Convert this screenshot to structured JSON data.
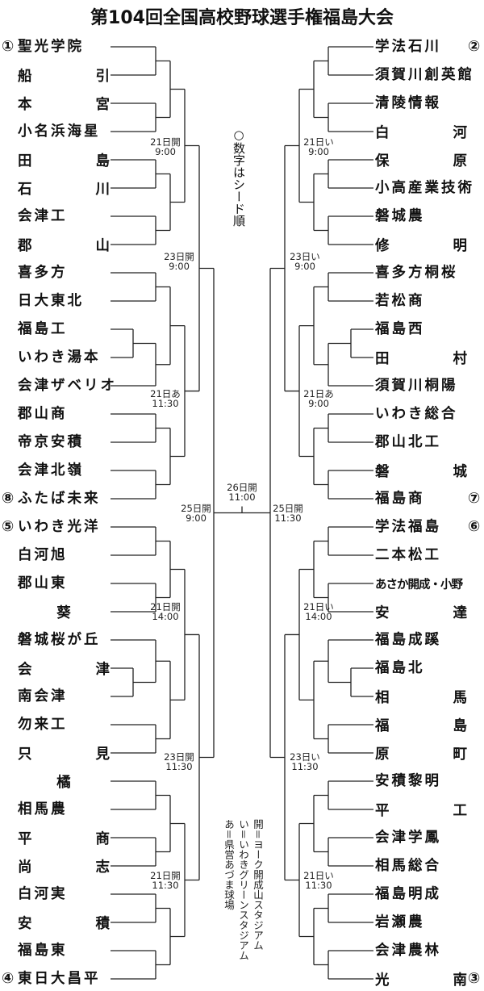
{
  "title": "第104回全国高校野球選手権福島大会",
  "seed_note": "○数字はシード順",
  "legend": [
    "開＝ヨーク開成山スタジアム",
    "い＝いわきグリーンスタジアム",
    "あ＝県営あづま球場"
  ],
  "left_teams": [
    "聖光学院",
    "船引",
    "本宮",
    "小名浜海星",
    "田島",
    "石川",
    "会津工",
    "郡山",
    "喜多方",
    "日大東北",
    "福島工",
    "いわき湯本",
    "会津ザベリオ",
    "郡山商",
    "帝京安積",
    "会津北嶺",
    "ふたば未来",
    "いわき光洋",
    "白河旭",
    "郡山東",
    "葵",
    "磐城桜が丘",
    "会津",
    "南会津",
    "勿来工",
    "只見",
    "橘",
    "相馬農",
    "平商",
    "尚志",
    "白河実",
    "安積",
    "福島東",
    "東日大昌平"
  ],
  "right_teams": [
    "学法石川",
    "須賀川創英館",
    "清陵情報",
    "白河",
    "保原",
    "小高産業技術",
    "磐城農",
    "修明",
    "喜多方桐桜",
    "若松商",
    "福島西",
    "田村",
    "須賀川桐陽",
    "いわき総合",
    "郡山北工",
    "磐城",
    "福島商",
    "学法福島",
    "二本松工",
    "あさか開成・小野",
    "安達",
    "福島成蹊",
    "福島北",
    "相馬",
    "福島",
    "原町",
    "安積黎明",
    "平工",
    "会津学鳳",
    "相馬総合",
    "福島明成",
    "岩瀬農",
    "会津農林",
    "光南"
  ],
  "seeds": {
    "left": [
      {
        "row": 0,
        "mark": "①"
      },
      {
        "row": 16,
        "mark": "⑧"
      },
      {
        "row": 17,
        "mark": "⑤"
      },
      {
        "row": 33,
        "mark": "④"
      }
    ],
    "right": [
      {
        "row": 0,
        "mark": "②"
      },
      {
        "row": 16,
        "mark": "⑦"
      },
      {
        "row": 17,
        "mark": "⑥"
      },
      {
        "row": 33,
        "mark": "③"
      }
    ]
  },
  "bracket": [
    [
      [
        [
          [
            [
              0,
              1
            ],
            [
              2,
              3
            ]
          ],
          [
            [
              4,
              5
            ],
            [
              6,
              7
            ]
          ]
        ],
        [
          [
            [
              8,
              9
            ],
            [
              [
                10,
                11
              ],
              12
            ]
          ],
          [
            [
              13,
              14
            ],
            [
              15,
              16
            ]
          ]
        ]
      ],
      [
        [
          [
            [
              17,
              18
            ],
            [
              19,
              20
            ]
          ],
          [
            [
              21,
              [
                22,
                23
              ]
            ],
            [
              24,
              25
            ]
          ]
        ],
        [
          [
            [
              26,
              27
            ],
            [
              28,
              29
            ]
          ],
          [
            [
              30,
              31
            ],
            [
              32,
              33
            ]
          ]
        ]
      ]
    ]
  ],
  "schedule": {
    "final": [
      "26日開",
      "11:00"
    ],
    "left": [
      [
        "21日開",
        "9:00"
      ],
      [
        "23日開",
        "9:00"
      ],
      [
        "21日あ",
        "11:30"
      ],
      [
        "25日開",
        "9:00"
      ],
      [
        "21日開",
        "14:00"
      ],
      [
        "23日開",
        "11:30"
      ],
      [
        "21日開",
        "11:30"
      ]
    ],
    "right": [
      [
        "21日い",
        "9:00"
      ],
      [
        "23日い",
        "9:00"
      ],
      [
        "21日あ",
        "9:00"
      ],
      [
        "25日開",
        "11:30"
      ],
      [
        "21日い",
        "14:00"
      ],
      [
        "23日い",
        "11:30"
      ],
      [
        "21日い",
        "11:30"
      ]
    ]
  }
}
